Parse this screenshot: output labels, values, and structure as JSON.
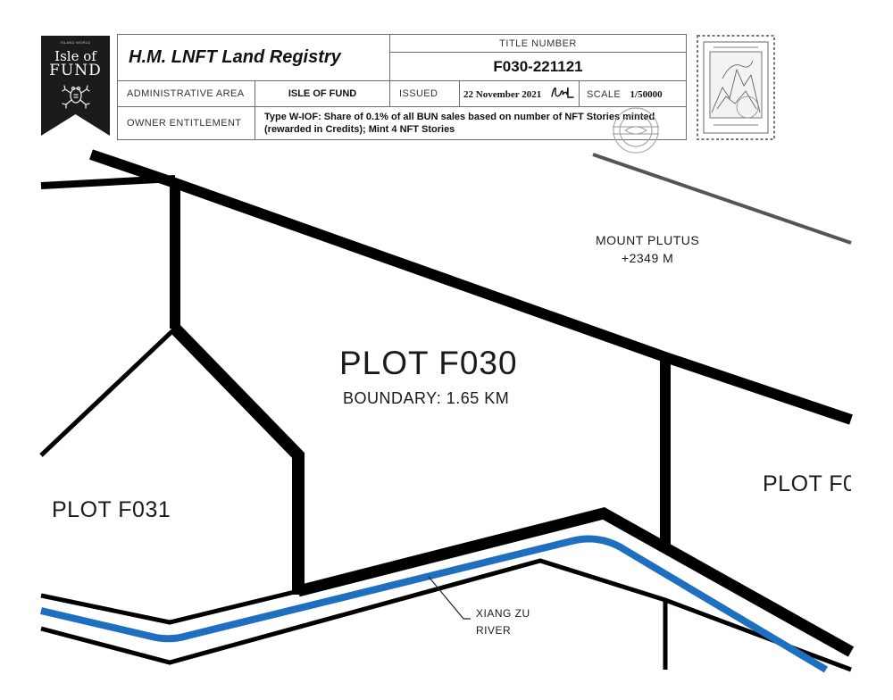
{
  "header": {
    "badge": {
      "small_text": "ISLAND WORLD",
      "line1": "Isle of",
      "line2": "FUND",
      "icon": "frog-emblem-icon"
    },
    "registry_title": "H.M. LNFT Land Registry",
    "title_number_label": "TITLE NUMBER",
    "title_number": "F030-221121",
    "admin_area_label": "ADMINISTRATIVE AREA",
    "admin_area": "ISLE OF FUND",
    "issued_label": "ISSUED",
    "issued_date": "22 November 2021",
    "scale_label": "SCALE",
    "scale_value": "1/50000",
    "owner_label": "OWNER ENTITLEMENT",
    "owner_entitlement": "Type W-IOF: Share of 0.1% of all BUN sales based on number of NFT Stories minted (rewarded in Credits); Mint 4 NFT Stories"
  },
  "map": {
    "plot_main": "PLOT F030",
    "boundary": "BOUNDARY: 1.65 KM",
    "plot_left": "PLOT F031",
    "plot_right": "PLOT F0",
    "mount_name": "MOUNT PLUTUS",
    "mount_height": "+2349 M",
    "river_line1": "XIANG ZU",
    "river_line2": "RIVER"
  },
  "colors": {
    "river": "#1f6fc0",
    "ink": "#000000",
    "badge": "#1b1b1b",
    "road": "#555555"
  }
}
